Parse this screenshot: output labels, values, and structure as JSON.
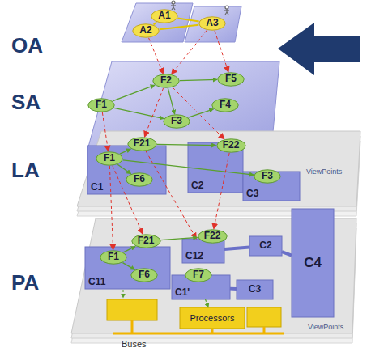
{
  "diagram": {
    "nodes": [
      {
        "text": [
          "A1"
        ]
      },
      {
        "text": [
          "A2"
        ]
      },
      {
        "text": [
          "A3"
        ]
      },
      {
        "text": [
          "F1"
        ]
      },
      {
        "text": [
          "F2"
        ]
      },
      {
        "text": [
          "F5"
        ]
      },
      {
        "text": [
          "F3"
        ]
      },
      {
        "text": [
          "F4"
        ]
      },
      {
        "text": [
          "C1"
        ]
      },
      {
        "text": [
          "F1"
        ],
        "in": 8
      },
      {
        "text": [
          "F21"
        ],
        "in": 8
      },
      {
        "text": [
          "F6"
        ],
        "in": 8
      },
      {
        "text": [
          "C2"
        ]
      },
      {
        "text": [
          "F22"
        ],
        "in": 12
      },
      {
        "text": [
          "C3"
        ]
      },
      {
        "text": [
          "F3"
        ],
        "in": 14
      },
      {
        "text": [
          "C11"
        ]
      },
      {
        "text": [
          "F1"
        ],
        "in": 16
      },
      {
        "text": [
          "F21"
        ],
        "in": 16
      },
      {
        "text": [
          "F6"
        ],
        "in": 16
      },
      {
        "text": [
          "C12"
        ]
      },
      {
        "text": [
          "F22"
        ],
        "in": 20
      },
      {
        "text": [
          "C2"
        ]
      },
      {
        "text": [
          "C4"
        ]
      },
      {
        "text": [
          "C1'"
        ]
      },
      {
        "text": [
          "F7"
        ],
        "in": 24
      },
      {
        "text": [
          "C3"
        ]
      },
      {
        "text": [
          "Processors"
        ]
      }
    ],
    "edges": [
      {
        "from": 0,
        "to": 1,
        "arrow": "none"
      },
      {
        "from": 0,
        "to": 2,
        "arrow": "none"
      },
      {
        "from": 1,
        "to": 2,
        "arrow": "none"
      },
      {
        "from": 1,
        "to": 4,
        "arrow": "to"
      },
      {
        "from": 2,
        "to": 4,
        "arrow": "to"
      },
      {
        "from": 2,
        "to": 5,
        "arrow": "to"
      },
      {
        "from": 3,
        "to": 4,
        "arrow": "to"
      },
      {
        "from": 4,
        "to": 5,
        "arrow": "to"
      },
      {
        "from": 4,
        "to": 6,
        "arrow": "to"
      },
      {
        "from": 6,
        "to": 7,
        "arrow": "to"
      },
      {
        "from": 3,
        "to": 6,
        "arrow": "to"
      },
      {
        "from": 3,
        "to": 9,
        "arrow": "to"
      },
      {
        "from": 4,
        "to": 10,
        "arrow": "to"
      },
      {
        "from": 4,
        "to": 13,
        "arrow": "to"
      },
      {
        "from": 9,
        "to": 10,
        "arrow": "to"
      },
      {
        "from": 9,
        "to": 11,
        "arrow": "to"
      },
      {
        "from": 9,
        "to": 15,
        "arrow": "to"
      },
      {
        "from": 10,
        "to": 13,
        "arrow": "to"
      },
      {
        "from": 9,
        "to": 17,
        "arrow": "to"
      },
      {
        "from": 9,
        "to": 18,
        "arrow": "to"
      },
      {
        "from": 10,
        "to": 20,
        "arrow": "to"
      },
      {
        "from": 13,
        "to": 21,
        "arrow": "to"
      },
      {
        "from": 17,
        "to": 18,
        "arrow": "to"
      },
      {
        "from": 17,
        "to": 19,
        "arrow": "to"
      },
      {
        "from": 18,
        "to": 21,
        "arrow": "to"
      },
      {
        "from": 20,
        "to": 22,
        "arrow": "none"
      },
      {
        "from": 22,
        "to": 23,
        "arrow": "none"
      },
      {
        "from": 24,
        "to": 26,
        "arrow": "none"
      },
      {
        "from": 24,
        "to": 27,
        "arrow": "to"
      }
    ],
    "labels": [
      "OA",
      "SA",
      "LA",
      "PA",
      "ViewPoints",
      "ViewPoints",
      "Buses"
    ]
  }
}
